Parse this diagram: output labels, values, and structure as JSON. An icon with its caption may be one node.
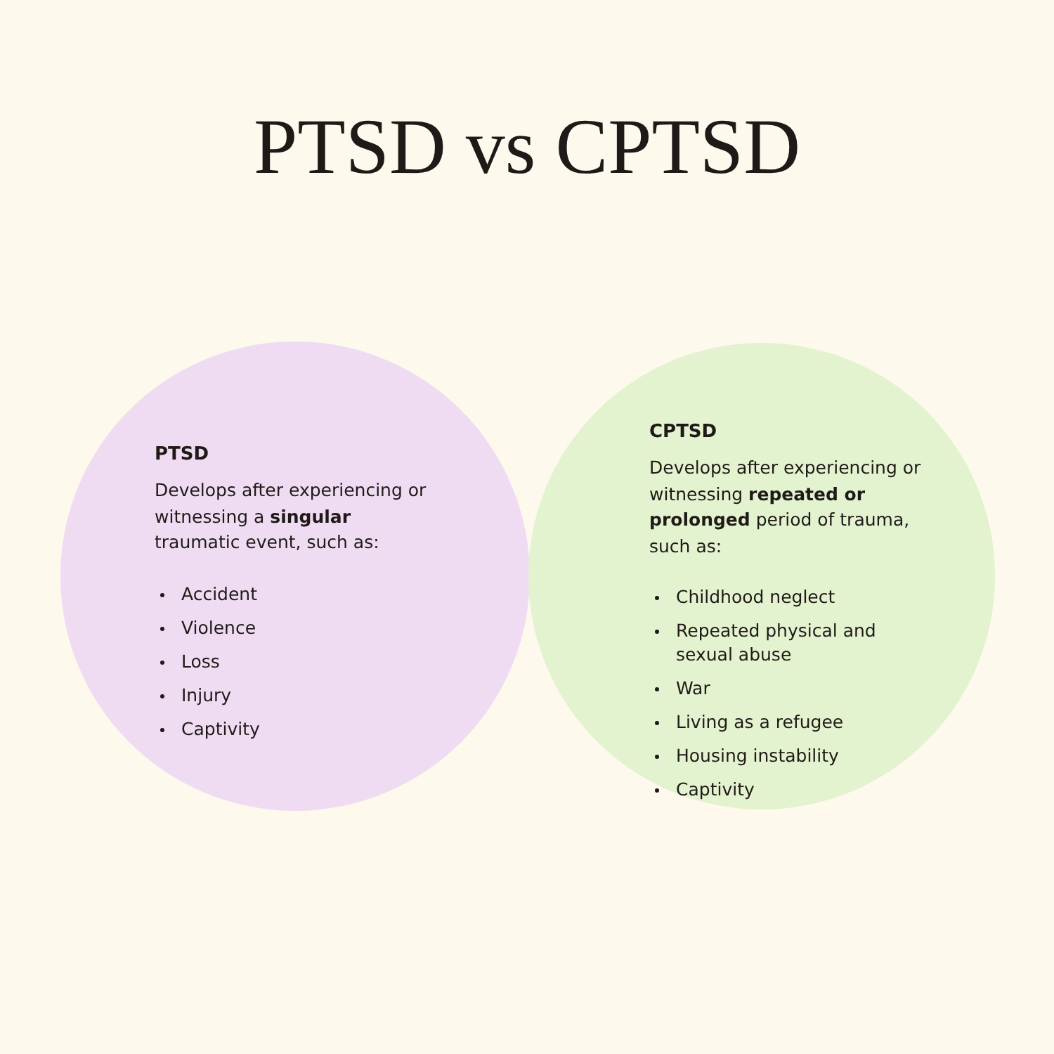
{
  "diagram": {
    "title": "PTSD vs CPTSD",
    "nodes": [
      {
        "text": [
          "PTSD",
          "Develops after experiencing or witnessing a **singular** traumatic event, such as:",
          "Accident",
          "Violence",
          "Loss",
          "Injury",
          "Captivity"
        ]
      },
      {
        "text": [
          "CPTSD",
          "Develops after experiencing or witnessing **repeated or prolonged** period of trauma, such as:",
          "Childhood neglect",
          "Repeated physical and sexual abuse",
          "War",
          "Living as a refugee",
          "Housing instability",
          "Captivity"
        ]
      }
    ]
  }
}
